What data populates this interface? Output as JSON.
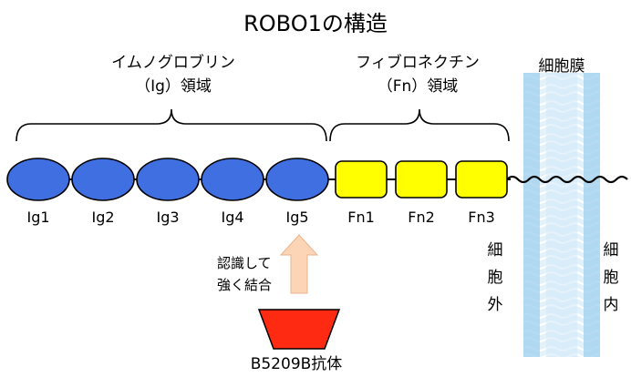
{
  "title": "ROBO1の構造",
  "ig_group": {
    "line1": "イムノグロブリン",
    "line2": "（Ig）領域"
  },
  "fn_group": {
    "line1": "フィブロネクチン",
    "line2": "（Fn）領域"
  },
  "membrane_label": "細胞膜",
  "ig_domains": [
    "Ig1",
    "Ig2",
    "Ig3",
    "Ig4",
    "Ig5"
  ],
  "fn_domains": [
    "Fn1",
    "Fn2",
    "Fn3"
  ],
  "extracellular": [
    "細",
    "胞",
    "外"
  ],
  "intracellular": [
    "細",
    "胞",
    "内"
  ],
  "recognition": {
    "line1": "認識して",
    "line2": "強く結合"
  },
  "antibody_label": "B5209B抗体",
  "colors": {
    "ig": "#3f6fe0",
    "fn": "#ffff00",
    "antibody": "#ff2a12",
    "arrow": "#fbd5b5",
    "membrane": "#b8dcf2"
  }
}
